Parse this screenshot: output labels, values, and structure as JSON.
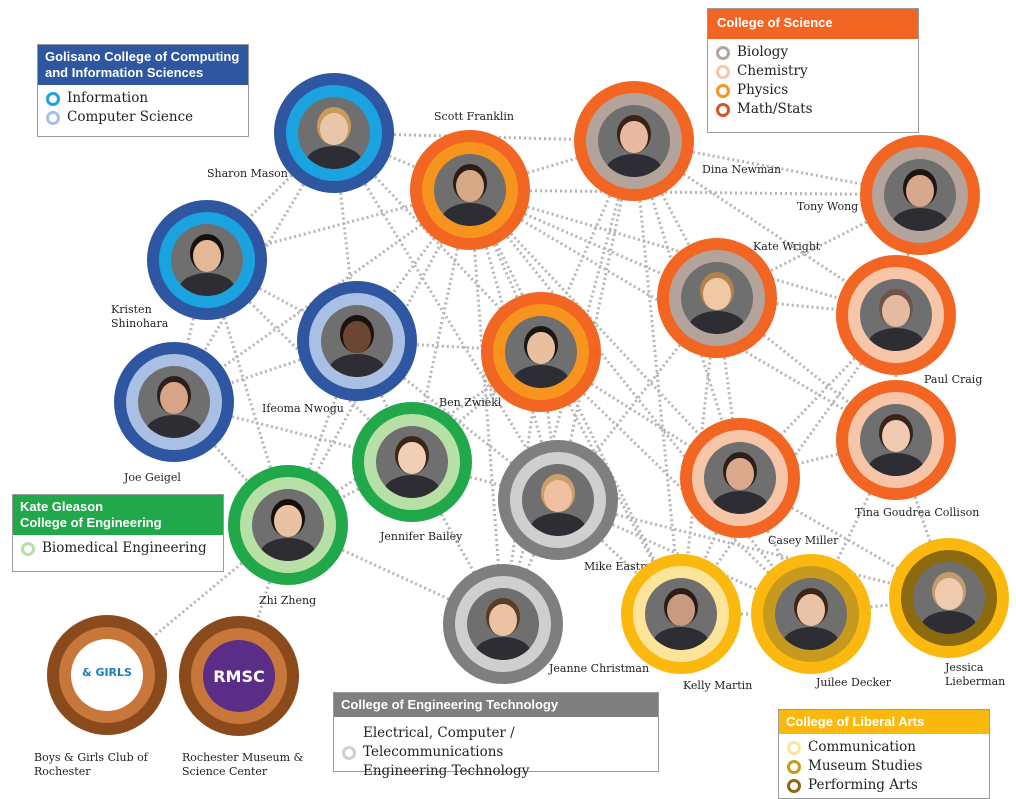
{
  "legends": {
    "computing": {
      "title": "Golisano College of Computing\nand Information Sciences",
      "color": "#2e56a1",
      "items": [
        {
          "label": "Information",
          "color": "#1ba3e0"
        },
        {
          "label": "Computer Science",
          "color": "#a9bfe3"
        }
      ]
    },
    "science": {
      "title": "College of Science",
      "color": "#f26522",
      "items": [
        {
          "label": "Biology",
          "color": "#b3a39a"
        },
        {
          "label": "Chemistry",
          "color": "#f7c5a8"
        },
        {
          "label": "Physics",
          "color": "#f7941d"
        },
        {
          "label": "Math/Stats",
          "color": "#d4552a"
        }
      ]
    },
    "engineering": {
      "title": "Kate Gleason\nCollege of Engineering",
      "color": "#21a84b",
      "items": [
        {
          "label": "Biomedical Engineering",
          "color": "#b7e0a7"
        }
      ]
    },
    "technology": {
      "title": "College of Engineering Technology",
      "color": "#7f7f7f",
      "items": [
        {
          "label": "Electrical, Computer / Telecommunications\nEngineering Technology",
          "color": "#cfcfcf"
        }
      ]
    },
    "liberal_arts": {
      "title": "College of Liberal Arts",
      "color": "#fbb910",
      "items": [
        {
          "label": "Communication",
          "color": "#fde49a"
        },
        {
          "label": "Museum Studies",
          "color": "#c7991e"
        },
        {
          "label": "Performing Arts",
          "color": "#8c6a10"
        }
      ]
    }
  },
  "people": [
    {
      "name": "Sharon Mason",
      "outer": "#2e56a1",
      "inner": "#1ba3e0"
    },
    {
      "name": "Scott Franklin",
      "outer": "#f26522",
      "inner": "#f7941d"
    },
    {
      "name": "Dina Newman",
      "outer": "#f26522",
      "inner": "#b3a39a"
    },
    {
      "name": "Tony Wong",
      "outer": "#f26522",
      "inner": "#b3a39a"
    },
    {
      "name": "Kristen\nShinohara",
      "outer": "#2e56a1",
      "inner": "#1ba3e0"
    },
    {
      "name": "Kate Wright",
      "outer": "#f26522",
      "inner": "#b3a39a"
    },
    {
      "name": "Ifeoma Nwogu",
      "outer": "#2e56a1",
      "inner": "#a9bfe3"
    },
    {
      "name": "Ben Zwiekl",
      "outer": "#f26522",
      "inner": "#f7941d"
    },
    {
      "name": "Paul Craig",
      "outer": "#f26522",
      "inner": "#f7c5a8"
    },
    {
      "name": "Joe Geigel",
      "outer": "#2e56a1",
      "inner": "#a9bfe3"
    },
    {
      "name": "Jennifer Bailey",
      "outer": "#21a84b",
      "inner": "#b7e0a7"
    },
    {
      "name": "Tina Goudrea Collison",
      "outer": "#f26522",
      "inner": "#f7c5a8"
    },
    {
      "name": "Mike Eastman",
      "outer": "#7f7f7f",
      "inner": "#cfcfcf"
    },
    {
      "name": "Casey Miller",
      "outer": "#f26522",
      "inner": "#f7c5a8"
    },
    {
      "name": "Zhi Zheng",
      "outer": "#21a84b",
      "inner": "#b7e0a7"
    },
    {
      "name": "Jeanne Christman",
      "outer": "#7f7f7f",
      "inner": "#cfcfcf"
    },
    {
      "name": "Kelly Martin",
      "outer": "#fbb910",
      "inner": "#fde49a"
    },
    {
      "name": "Juilee Decker",
      "outer": "#fbb910",
      "inner": "#c7991e"
    },
    {
      "name": "Jessica\nLieberman",
      "outer": "#fbb910",
      "inner": "#8c6a10"
    },
    {
      "name": "Boys & Girls Club of\nRochester",
      "outer": "#8a4a1c",
      "inner": "#c8773a",
      "logo": "& GIRLS"
    },
    {
      "name": "Rochester Museum &\nScience Center",
      "outer": "#8a4a1c",
      "inner": "#c8773a",
      "logo": "RMSC"
    }
  ]
}
